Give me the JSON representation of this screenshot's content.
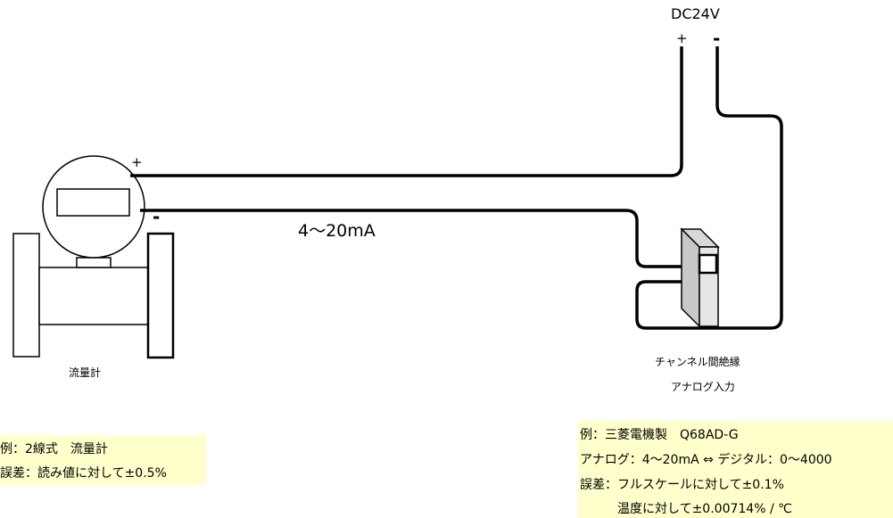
{
  "power": {
    "label": "DC24V",
    "plus": "+",
    "minus": "-"
  },
  "meter": {
    "plus": "+",
    "minus": "-",
    "label": "流量計"
  },
  "signal": {
    "label": "4～20mA"
  },
  "module": {
    "line1": "チャンネル間絶縁",
    "line2": "アナログ入力"
  },
  "note_left": {
    "line1": "例：2線式　流量計",
    "line2": "誤差：読み値に対して±0.5%"
  },
  "note_right": {
    "line1": "例：三菱電機製　Q68AD-G",
    "line2": "アナログ：4～20mA ⇔ デジタル：0～4000",
    "line3": "誤差：フルスケールに対して±0.1%",
    "line4": "　　　温度に対して±0.00714% / ℃"
  },
  "colors": {
    "note_bg": "#ffffcc",
    "module_front": "#e6e6e6",
    "module_side": "#c8c8c8"
  }
}
